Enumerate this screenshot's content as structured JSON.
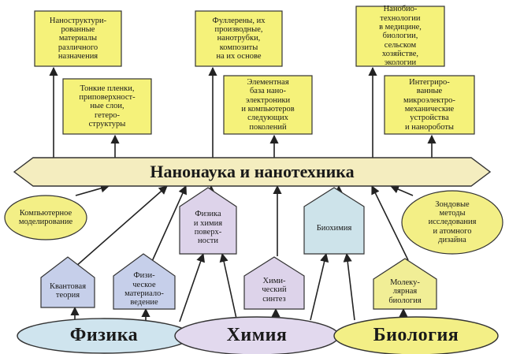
{
  "colors": {
    "yellow_box": "#f5f27a",
    "yellow_ellipse": "#f3ef86",
    "banner": "#f4edbf",
    "pentagon_blue": "#c6cfea",
    "pentagon_purple": "#ddd3ea",
    "pentagon_teal": "#cde3ea",
    "pentagon_yellow": "#f1ee96",
    "ellipse_physics": "#cfe4ee",
    "ellipse_chemistry": "#e2d9ee",
    "ellipse_biology": "#f3ef86",
    "stroke": "#333333"
  },
  "top_boxes": [
    {
      "label": "Наноструктури-\nрованные\nматериалы\nразличного\nназначения"
    },
    {
      "label": "Фуллерены, их\nпроизводные,\nнанотрубки,\nкомпозиты\nна их основе"
    },
    {
      "label": "Нанобио-\nтехнологии\nв медицине,\nбиологии,\nсельском\nхозяйстве,\nэкологии"
    }
  ],
  "middle_boxes": [
    {
      "label": "Тонкие пленки,\nприповерхност-\nные слои,\nгетеро-\nструктуры"
    },
    {
      "label": "Элементная\nбаза нано-\nэлектроники\nи компьютеров\nследующих\nпоколений"
    },
    {
      "label": "Интегриро-\nванные\nмикроэлектро-\nмеханические\nустройства\nи нанороботы"
    }
  ],
  "banner": {
    "title": "Нанонаука и нанотехника"
  },
  "side_ellipses": [
    {
      "label": "Компьютерное\nмоделирование"
    },
    {
      "label": "Зондовые\nметоды\nисследования\nи атомного\nдизайна"
    }
  ],
  "upper_pentagons": [
    {
      "label": "Физика\nи химия\nповерх-\nности"
    },
    {
      "label": "Биохимия"
    }
  ],
  "lower_pentagons": [
    {
      "label": "Квантовая\nтеория"
    },
    {
      "label": "Физи-\nческое\nматериало-\nведение"
    },
    {
      "label": "Хими-\nческий\nсинтез"
    },
    {
      "label": "Молеку-\nлярная\nбиология"
    }
  ],
  "base_ellipses": [
    {
      "label": "Физика"
    },
    {
      "label": "Химия"
    },
    {
      "label": "Биология"
    }
  ]
}
